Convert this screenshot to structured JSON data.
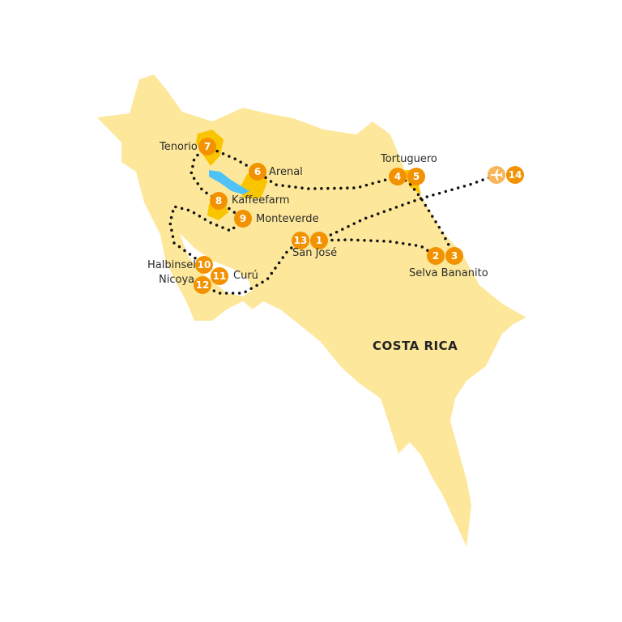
{
  "country": "COSTA RICA",
  "colors": {
    "land": "#fde79a",
    "highlight": "#f9c400",
    "marker": "#f39200",
    "lake": "#4fc3f7",
    "route": "#111111"
  },
  "stops": [
    {
      "num": "1",
      "label": "San José"
    },
    {
      "num": "2",
      "label": "Selva Bananito"
    },
    {
      "num": "3",
      "label": ""
    },
    {
      "num": "4",
      "label": "Tortuguero"
    },
    {
      "num": "5",
      "label": ""
    },
    {
      "num": "6",
      "label": "Arenal"
    },
    {
      "num": "7",
      "label": "Tenorio"
    },
    {
      "num": "8",
      "label": "Kaffeefarm"
    },
    {
      "num": "9",
      "label": "Monteverde"
    },
    {
      "num": "10",
      "label": "Halbinsel"
    },
    {
      "num": "11",
      "label": "Curú"
    },
    {
      "num": "12",
      "label": "Nicoya"
    },
    {
      "num": "13",
      "label": ""
    },
    {
      "num": "14",
      "label": ""
    }
  ],
  "airport_icon": "airplane-icon"
}
